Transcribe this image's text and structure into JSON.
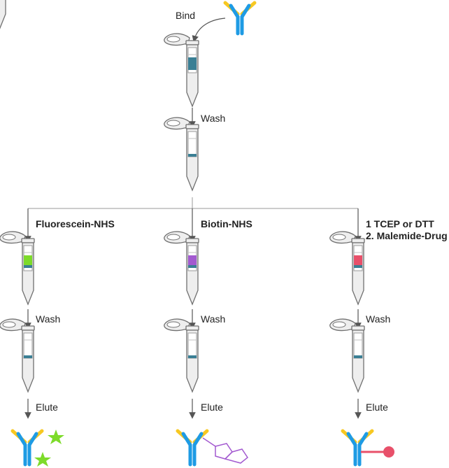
{
  "labels": {
    "bind": "Bind",
    "wash_top": "Wash",
    "branch_left": "Fluorescein-NHS",
    "branch_mid": "Biotin-NHS",
    "branch_right_1": "1  TCEP or DTT",
    "branch_right_2": "2. Malemide-Drug",
    "wash_left": "Wash",
    "wash_mid": "Wash",
    "wash_right": "Wash",
    "elute_left": "Elute",
    "elute_mid": "Elute",
    "elute_right": "Elute"
  },
  "colors": {
    "antibody_blue": "#1e9be4",
    "antibody_yellow": "#f7c821",
    "bound_sample": "#3a7f94",
    "fluorescein_green": "#7ddb2a",
    "biotin_purple": "#a35ad0",
    "drug_red": "#e8506a",
    "arrow": "#555555",
    "tube_stroke": "#707070",
    "tube_fill": "#eeeeee"
  },
  "icons": {
    "tube": "spin-column-tube-icon",
    "antibody": "antibody-icon",
    "fluorescein": "star-icon",
    "biotin": "biotin-ring-icon",
    "drug": "drug-sphere-icon"
  }
}
